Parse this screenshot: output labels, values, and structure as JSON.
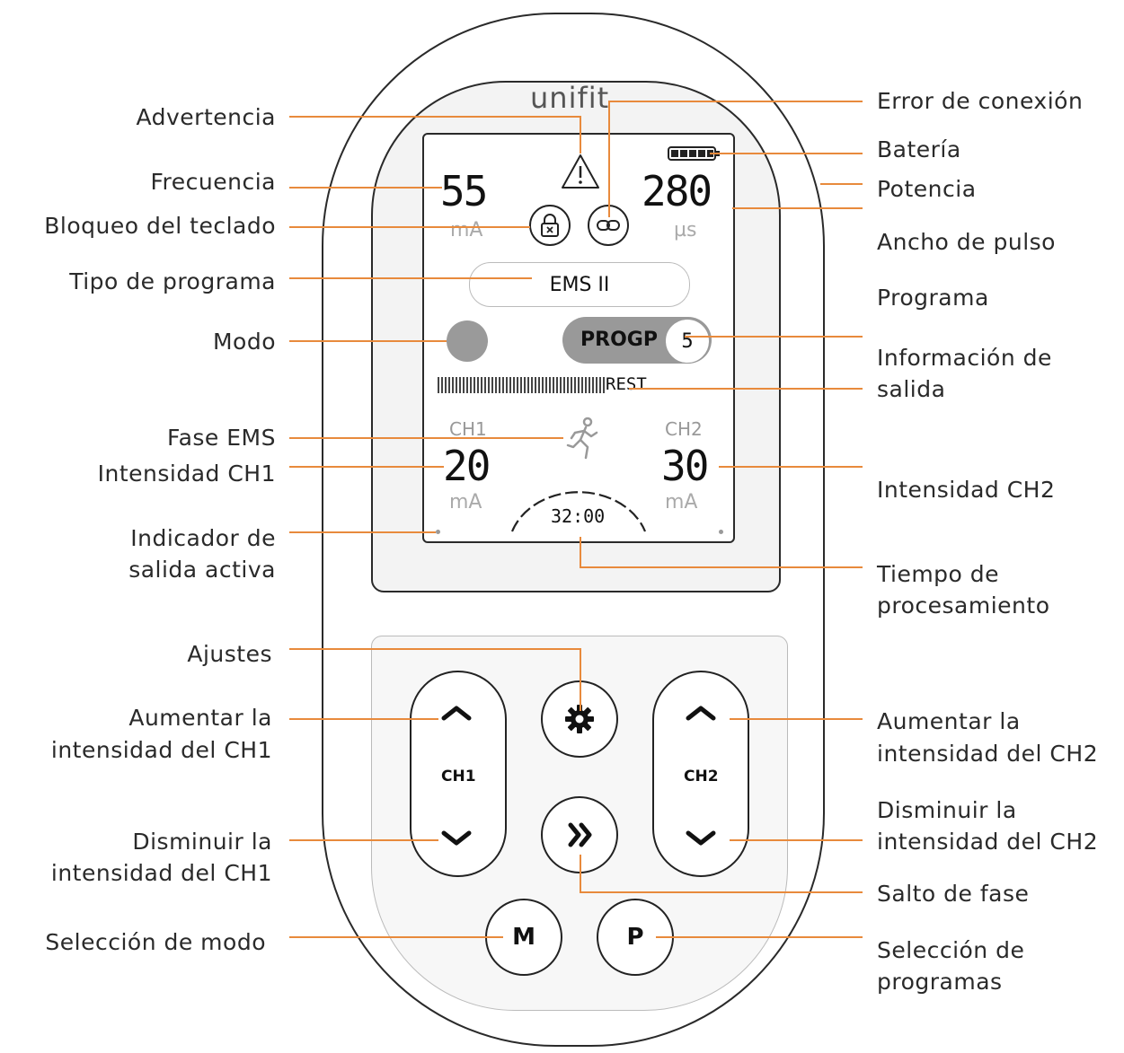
{
  "device": {
    "brand": "unifit",
    "frequency_value": "55",
    "frequency_unit": "mA",
    "pulse_value": "280",
    "pulse_unit": "µs",
    "program_type": "EMS II",
    "program_mode": "PROGP",
    "program_number": "5",
    "output_info": "REST",
    "ch1_label": "CH1",
    "ch1_value": "20",
    "ch1_unit": "mA",
    "ch2_label": "CH2",
    "ch2_value": "30",
    "ch2_unit": "mA",
    "timer": "32:00",
    "buttons": {
      "ch1": "CH1",
      "ch2": "CH2",
      "mode": "M",
      "program": "P"
    }
  },
  "labels_left": {
    "advertencia": "Advertencia",
    "frecuencia": "Frecuencia",
    "bloqueo": "Bloqueo del teclado",
    "tipo_programa": "Tipo de programa",
    "modo": "Modo",
    "fase_ems": "Fase EMS",
    "intensidad_ch1": "Intensidad CH1",
    "indicador_1": "Indicador de",
    "indicador_2": "salida activa",
    "ajustes": "Ajustes",
    "aumentar_ch1_1": "Aumentar la",
    "aumentar_ch1_2": "intensidad del CH1",
    "disminuir_ch1_1": "Disminuir la",
    "disminuir_ch1_2": "intensidad del CH1",
    "seleccion_modo": "Selección de modo"
  },
  "labels_right": {
    "error_conexion": "Error de conexión",
    "bateria": "Batería",
    "potencia": "Potencia",
    "ancho_pulso": "Ancho de pulso",
    "programa": "Programa",
    "info_salida_1": "Información de",
    "info_salida_2": "salida",
    "intensidad_ch2": "Intensidad CH2",
    "tiempo_1": "Tiempo de",
    "tiempo_2": "procesamiento",
    "aumentar_ch2_1": "Aumentar la",
    "aumentar_ch2_2": "intensidad del CH2",
    "disminuir_ch2_1": "Disminuir la",
    "disminuir_ch2_2": "intensidad del CH2",
    "salto_fase": "Salto de fase",
    "seleccion_programas_1": "Selección de",
    "seleccion_programas_2": "programas"
  },
  "colors": {
    "leader_line": "#e88a3c",
    "outline": "#2a2a2a"
  }
}
